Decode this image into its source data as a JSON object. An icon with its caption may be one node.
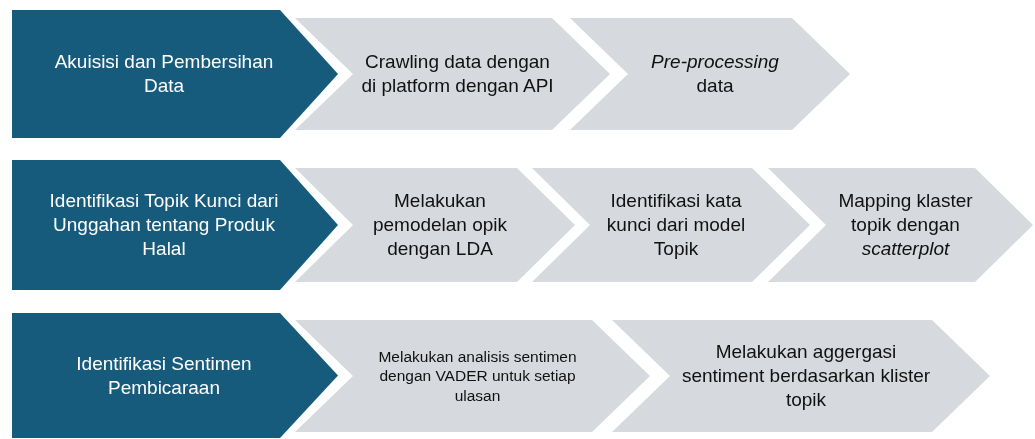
{
  "diagram": {
    "nodes": [
      {
        "text": [
          "Akuisisi dan Pembersihan Data"
        ]
      },
      {
        "text": [
          "Crawling data dengan di platform dengan API"
        ]
      },
      {
        "text": [
          "*Pre-processing* data"
        ]
      },
      {
        "text": [
          "Identifikasi Topik Kunci dari Unggahan tentang Produk Halal"
        ]
      },
      {
        "text": [
          "Melakukan pemodelan opik dengan LDA"
        ]
      },
      {
        "text": [
          "Identifikasi kata kunci dari model Topik"
        ]
      },
      {
        "text": [
          "Mapping klaster topik dengan *scatterplot*"
        ]
      },
      {
        "text": [
          "Identifikasi Sentimen Pembicaraan"
        ]
      },
      {
        "text": [
          "Melakukan analisis sentimen dengan VADER untuk setiap ulasan"
        ]
      },
      {
        "text": [
          "Melakukan aggergasi sentiment berdasarkan klister topik"
        ]
      }
    ]
  }
}
